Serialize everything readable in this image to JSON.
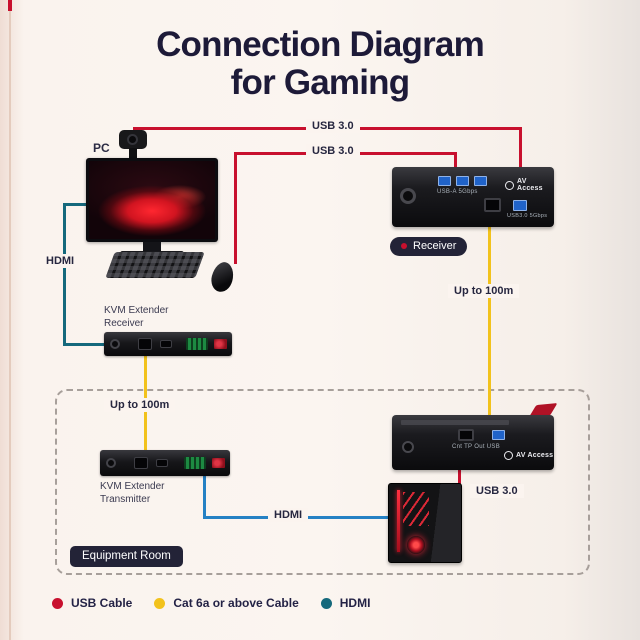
{
  "title": {
    "line1": "Connection Diagram",
    "line2": "for Gaming"
  },
  "pc_label": "PC",
  "cables": {
    "usb_top_label": "USB 3.0",
    "usb_mid_label": "USB 3.0",
    "usb_bottom_label": "USB 3.0",
    "hdmi_left_label": "HDMI",
    "hdmi_bottom_label": "HDMI",
    "distance_right_label": "Up to 100m",
    "distance_left_label": "Up to 100m"
  },
  "receiver": {
    "badge": "Receiver",
    "brand": "AV Access",
    "usb_ports_label": "USB-A 5Gbps",
    "usb3_port_label": "USB3.0 5Gbps"
  },
  "kvm_receiver": {
    "line1": "KVM Extender",
    "line2": "Receiver"
  },
  "kvm_transmitter": {
    "line1": "KVM Extender",
    "line2": "Transmitter"
  },
  "equipment_device": {
    "brand": "AV Access",
    "port_labels": "Cnt   TP Out   USB"
  },
  "equipment_room_label": "Equipment Room",
  "legend": [
    {
      "label": "USB Cable",
      "color": "#c8102e"
    },
    {
      "label": "Cat 6a or above Cable",
      "color": "#f2c21c"
    },
    {
      "label": "HDMI",
      "color": "#15697c"
    }
  ],
  "colors": {
    "usb_cable": "#c8102e",
    "cat6a_cable": "#f2c21c",
    "hdmi_cable": "#15697c",
    "hdmi_cable_bottom": "#2581c4"
  }
}
